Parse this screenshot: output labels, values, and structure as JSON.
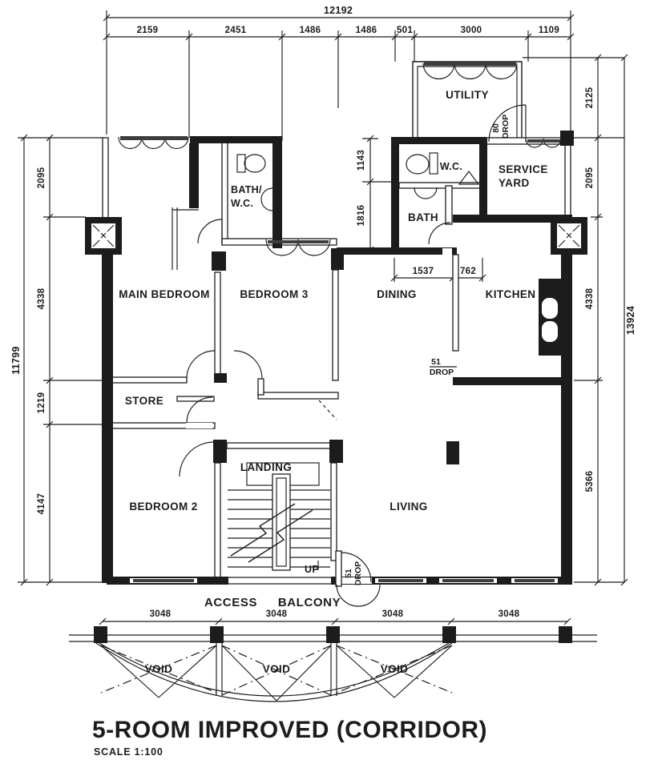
{
  "title": {
    "main": "5-ROOM IMPROVED (CORRIDOR)",
    "scale": "SCALE 1:100"
  },
  "colors": {
    "ink": "#1c1c1c",
    "paper": "#ffffff"
  },
  "labels": {
    "utility": "UTILITY",
    "wc": "W.C.",
    "service_yard_line1": "SERVICE",
    "service_yard_line2": "YARD",
    "bath": "BATH",
    "bath_wc_line1": "BATH/",
    "bath_wc_line2": "W.C.",
    "main_bedroom": "MAIN BEDROOM",
    "bedroom3": "BEDROOM 3",
    "dining": "DINING",
    "kitchen": "KITCHEN",
    "store": "STORE",
    "bedroom2": "BEDROOM 2",
    "landing": "LANDING",
    "living": "LIVING",
    "up": "UP",
    "access": "ACCESS",
    "balcony": "BALCONY",
    "void": "VOID"
  },
  "annotations": {
    "drop80": [
      "80",
      "DROP"
    ],
    "drop51": [
      "51",
      "DROP"
    ]
  },
  "dims": {
    "top_total": "12192",
    "top": [
      "2159",
      "2451",
      "1486",
      "1486",
      "501",
      "3000",
      "1109"
    ],
    "left_total": "11799",
    "left": [
      "2095",
      "4338",
      "1219",
      "4147"
    ],
    "right_total": "13924",
    "right": [
      "2125",
      "2095",
      "4338",
      "5366"
    ],
    "bottom": [
      "3048",
      "3048",
      "3048",
      "3048"
    ],
    "well_v": [
      "1143",
      "1816"
    ],
    "dining_h": [
      "1537",
      "762"
    ]
  }
}
